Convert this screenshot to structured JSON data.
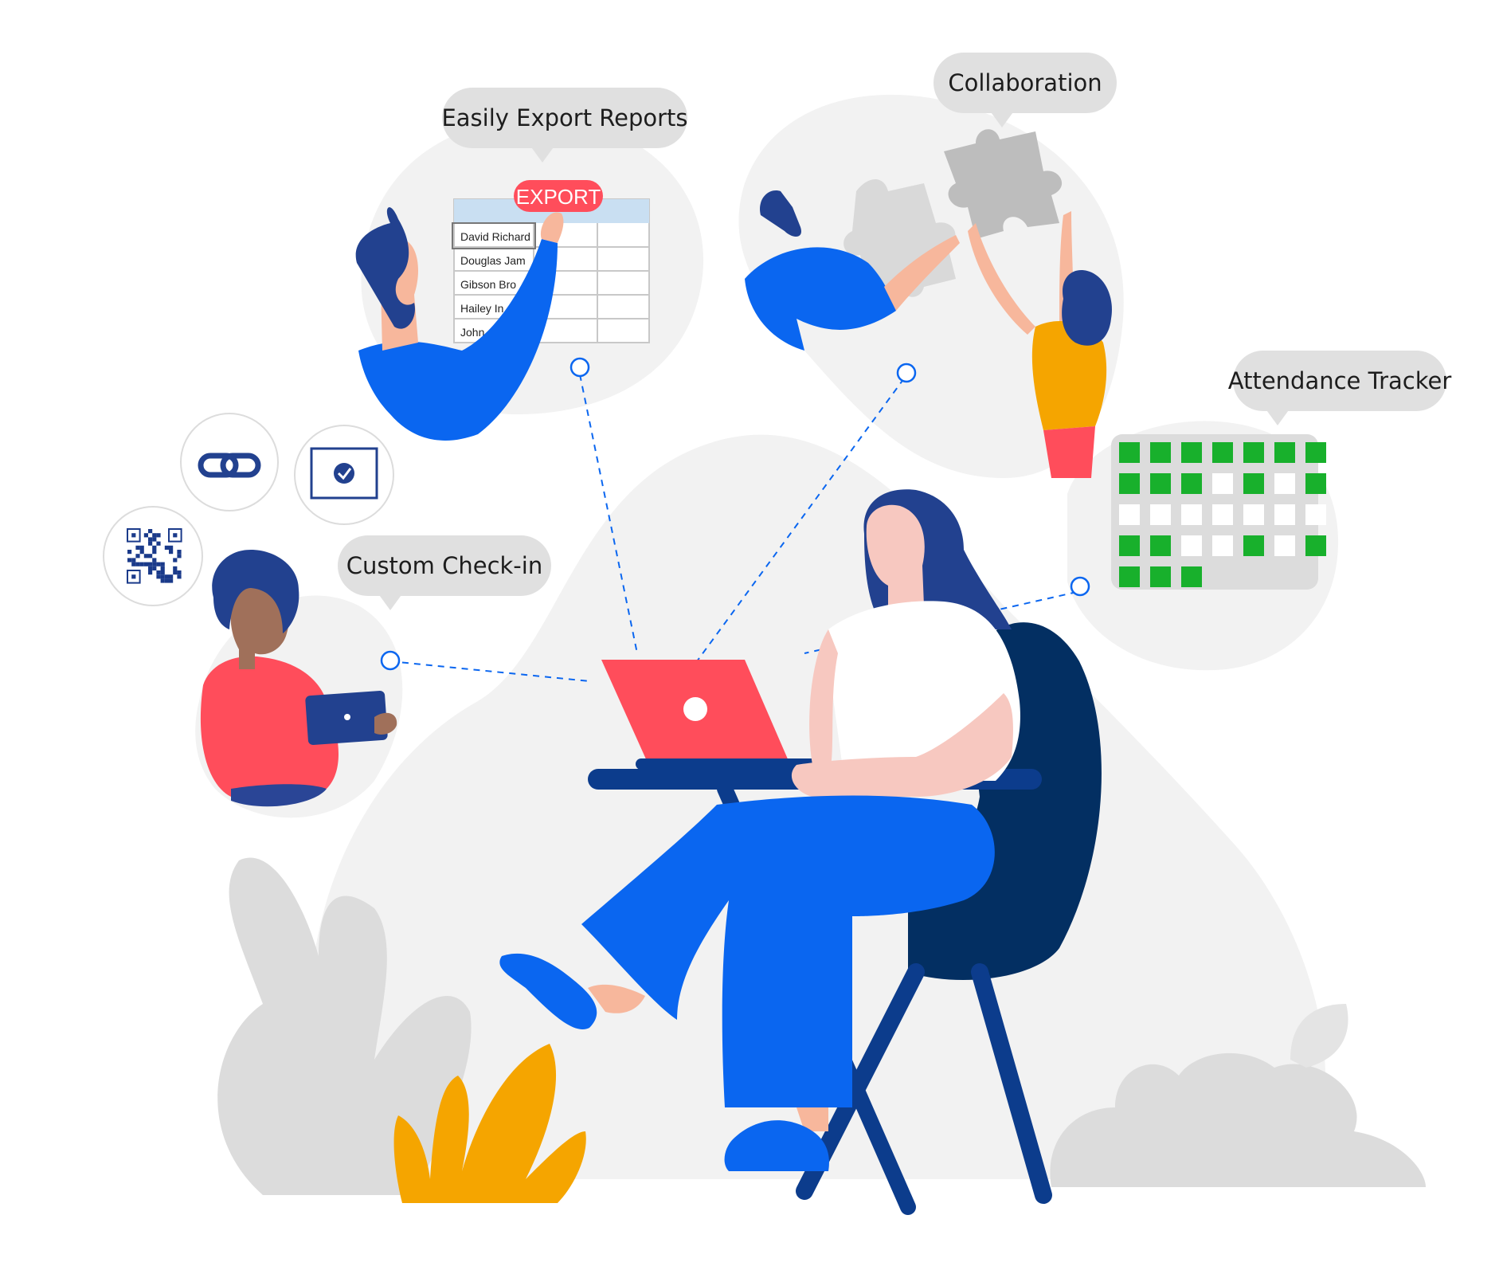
{
  "features": {
    "export": "Easily Export Reports",
    "collaboration": "Collaboration",
    "attendance": "Attendance Tracker",
    "checkin": "Custom Check-in"
  },
  "export_button": {
    "label": "EXPORT",
    "color": "#ff4d5b"
  },
  "report_names": [
    "David Richard",
    "Douglas Jam",
    "Gibson Bro",
    "Hailey In",
    "John"
  ],
  "colors": {
    "accent_blue": "#0a66f0",
    "navy": "#1a3a8a",
    "dark_navy": "#032f62",
    "laptop_red": "#ff4d5b",
    "plant_yellow": "#f5a500",
    "tracker_green": "#18b02c",
    "blob_gray": "#f2f2f2",
    "bubble_gray": "#e0e0e0"
  },
  "icons": [
    "link-icon",
    "checkbox-icon",
    "qr-code-icon",
    "puzzle-icon",
    "laptop-icon",
    "tablet-icon"
  ],
  "attendance_grid": [
    [
      1,
      1,
      1,
      1,
      1,
      1,
      1
    ],
    [
      1,
      1,
      1,
      0,
      1,
      0,
      1
    ],
    [
      0,
      0,
      0,
      0,
      0,
      0,
      0
    ],
    [
      1,
      1,
      0,
      0,
      1,
      0,
      1
    ],
    [
      1,
      1,
      1
    ]
  ]
}
